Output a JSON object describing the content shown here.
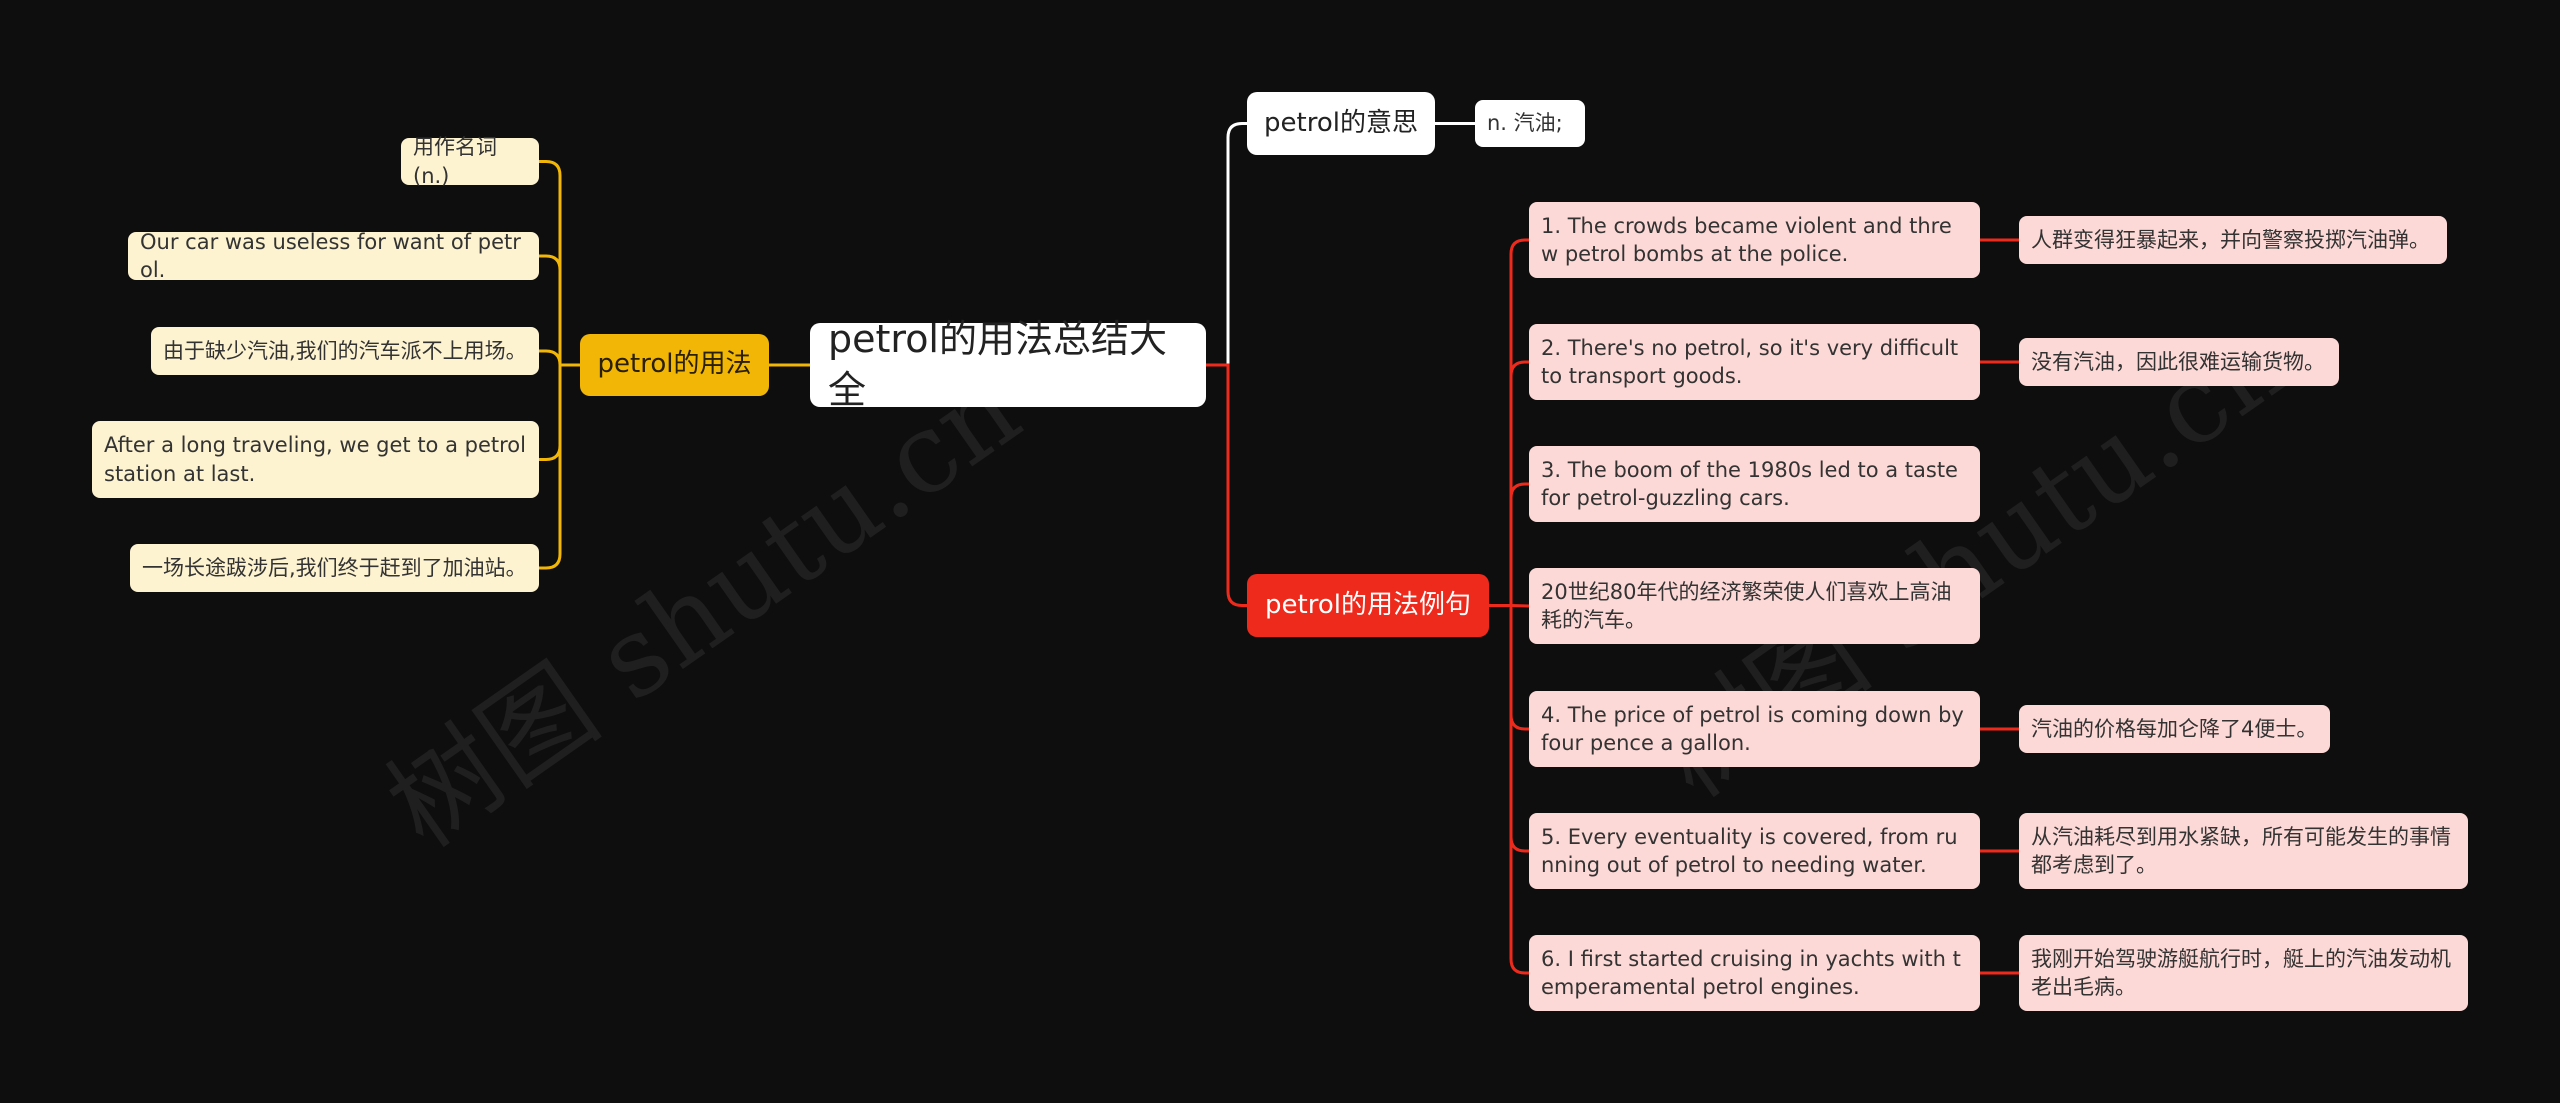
{
  "root": {
    "label": "petrol的用法总结大全"
  },
  "branches": {
    "meaning": {
      "label": "petrol的意思",
      "children": [
        "n. 汽油;"
      ]
    },
    "usage": {
      "label": "petrol的用法",
      "children": [
        "用作名词(n.)",
        "Our car was useless for want of petrol.",
        "由于缺少汽油,我们的汽车派不上用场。",
        "After a long traveling, we get to a petrol station at last.",
        "一场长途跋涉后,我们终于赶到了加油站。"
      ]
    },
    "examples": {
      "label": "petrol的用法例句",
      "children": [
        {
          "text": "1. The crowds became violent and threw petrol bombs at the police.",
          "translation": "人群变得狂暴起来，并向警察投掷汽油弹。"
        },
        {
          "text": "2. There's no petrol, so it's very difficult to transport goods.",
          "translation": "没有汽油，因此很难运输货物。"
        },
        {
          "text": "3. The boom of the 1980s led to a taste for petrol-guzzling cars.",
          "translation": ""
        },
        {
          "text": "20世纪80年代的经济繁荣使人们喜欢上高油耗的汽车。",
          "translation": ""
        },
        {
          "text": "4. The price of petrol is coming down by four pence a gallon.",
          "translation": "汽油的价格每加仑降了4便士。"
        },
        {
          "text": "5. Every eventuality is covered, from running out of petrol to needing water.",
          "translation": "从汽油耗尽到用水紧缺，所有可能发生的事情都考虑到了。"
        },
        {
          "text": "6. I first started cruising in yachts with temperamental petrol engines.",
          "translation": "我刚开始驾驶游艇航行时，艇上的汽油发动机老出毛病。"
        }
      ]
    }
  },
  "watermark": "树图 shutu.cn",
  "colors": {
    "background": "#0e0e0e",
    "usage_accent": "#f2b606",
    "examples_accent": "#ee2a1c",
    "meaning_accent": "#ffffff"
  }
}
